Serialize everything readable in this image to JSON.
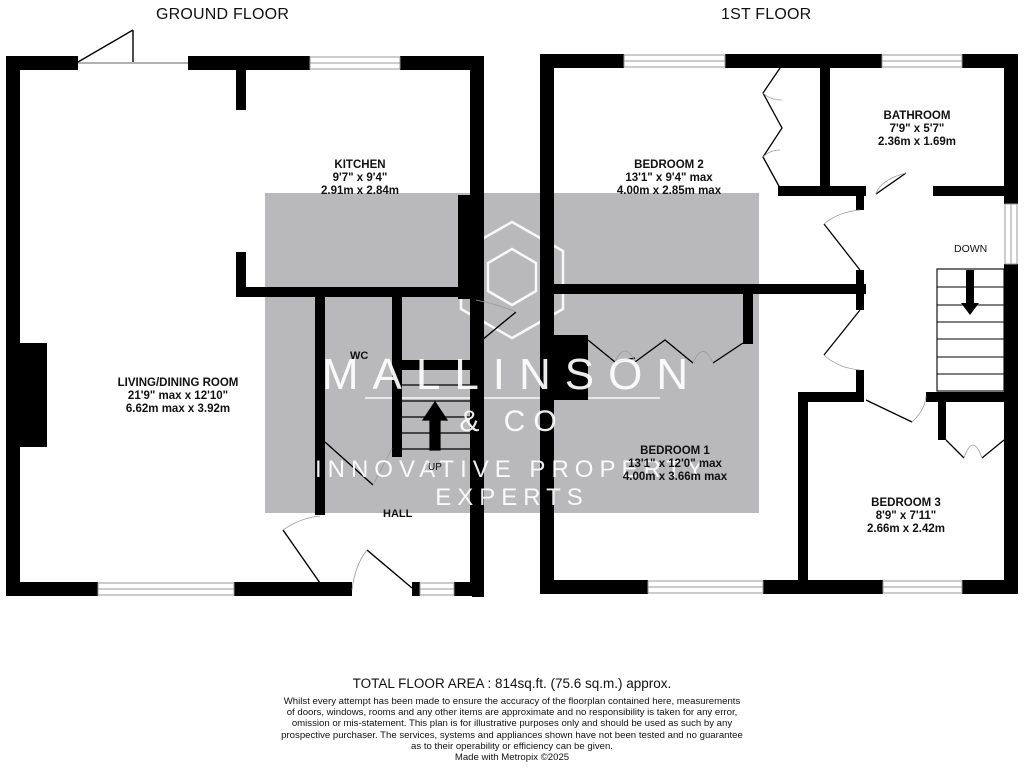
{
  "floors": [
    {
      "title": "GROUND FLOOR",
      "rooms": [
        {
          "name": "KITCHEN",
          "imperial": "9'7\"  x 9'4\"",
          "metric": "2.91m  x 2.84m"
        },
        {
          "name": "LIVING/DINING ROOM",
          "imperial": "21'9\" max x 12'10\"",
          "metric": "6.62m max x 3.92m"
        },
        {
          "name": "WC"
        },
        {
          "name": "HALL"
        }
      ],
      "stairs_label": "UP"
    },
    {
      "title": "1ST FLOOR",
      "rooms": [
        {
          "name": "BEDROOM 2",
          "imperial": "13'1\"  x 9'4\" max",
          "metric": "4.00m  x 2.85m max"
        },
        {
          "name": "BATHROOM",
          "imperial": "7'9\"  x 5'7\"",
          "metric": "2.36m  x 1.69m"
        },
        {
          "name": "BEDROOM 1",
          "imperial": "13'1\"  x 12'0\" max",
          "metric": "4.00m  x 3.66m max"
        },
        {
          "name": "BEDROOM 3",
          "imperial": "8'9\"  x 7'11\"",
          "metric": "2.66m  x 2.42m"
        }
      ],
      "stairs_label": "DOWN"
    }
  ],
  "watermark": {
    "brand": "MALLINSON",
    "sub": "& CO",
    "tagline": "INNOVATIVE PROPERTY EXPERTS",
    "panel_color": "#b9b8ba"
  },
  "footer": {
    "total_area": "TOTAL FLOOR AREA : 814sq.ft. (75.6 sq.m.) approx.",
    "disclaimer_lines": [
      "Whilst every attempt has been made to ensure the accuracy of the floorplan contained here, measurements",
      "of doors, windows, rooms and any other items are approximate and no responsibility is taken for any error,",
      "omission or mis-statement. This plan is for illustrative purposes only and should be used as such by any",
      "prospective purchaser. The services, systems and appliances shown have not been tested and no guarantee",
      "as to their operability or efficiency can be given."
    ],
    "credit": "Made with Metropix ©2025"
  },
  "colors": {
    "wall": "#000000",
    "background": "#ffffff",
    "watermark_panel": "#b9b8ba",
    "text": "#111111"
  }
}
